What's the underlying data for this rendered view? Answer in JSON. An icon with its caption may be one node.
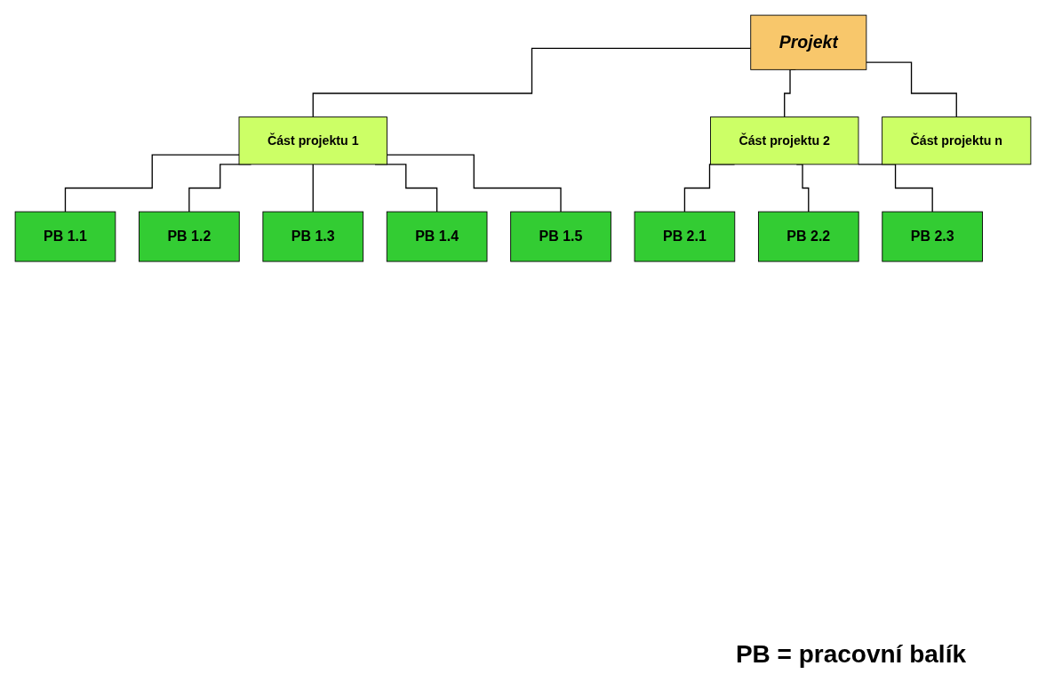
{
  "diagram": {
    "nodes": [
      {
        "text": [
          "Projekt"
        ]
      },
      {
        "text": [
          "Část projektu 1"
        ]
      },
      {
        "text": [
          "Část projektu 2"
        ]
      },
      {
        "text": [
          "Část projektu n"
        ]
      },
      {
        "text": [
          "PB 1.1"
        ]
      },
      {
        "text": [
          "PB 1.2"
        ]
      },
      {
        "text": [
          "PB 1.3"
        ]
      },
      {
        "text": [
          "PB 1.4"
        ]
      },
      {
        "text": [
          "PB 1.5"
        ]
      },
      {
        "text": [
          "PB 2.1"
        ]
      },
      {
        "text": [
          "PB 2.2"
        ]
      },
      {
        "text": [
          "PB 2.3"
        ]
      }
    ],
    "edges": [
      {
        "from": 0,
        "to": 1,
        "arrow": "none"
      },
      {
        "from": 0,
        "to": 2,
        "arrow": "none"
      },
      {
        "from": 0,
        "to": 3,
        "arrow": "none"
      },
      {
        "from": 1,
        "to": 4,
        "arrow": "none"
      },
      {
        "from": 1,
        "to": 5,
        "arrow": "none"
      },
      {
        "from": 1,
        "to": 6,
        "arrow": "none"
      },
      {
        "from": 1,
        "to": 7,
        "arrow": "none"
      },
      {
        "from": 1,
        "to": 8,
        "arrow": "none"
      },
      {
        "from": 2,
        "to": 9,
        "arrow": "none"
      },
      {
        "from": 2,
        "to": 10,
        "arrow": "none"
      },
      {
        "from": 2,
        "to": 11,
        "arrow": "none"
      }
    ],
    "labels": [
      "PB = pracovní balík"
    ]
  }
}
